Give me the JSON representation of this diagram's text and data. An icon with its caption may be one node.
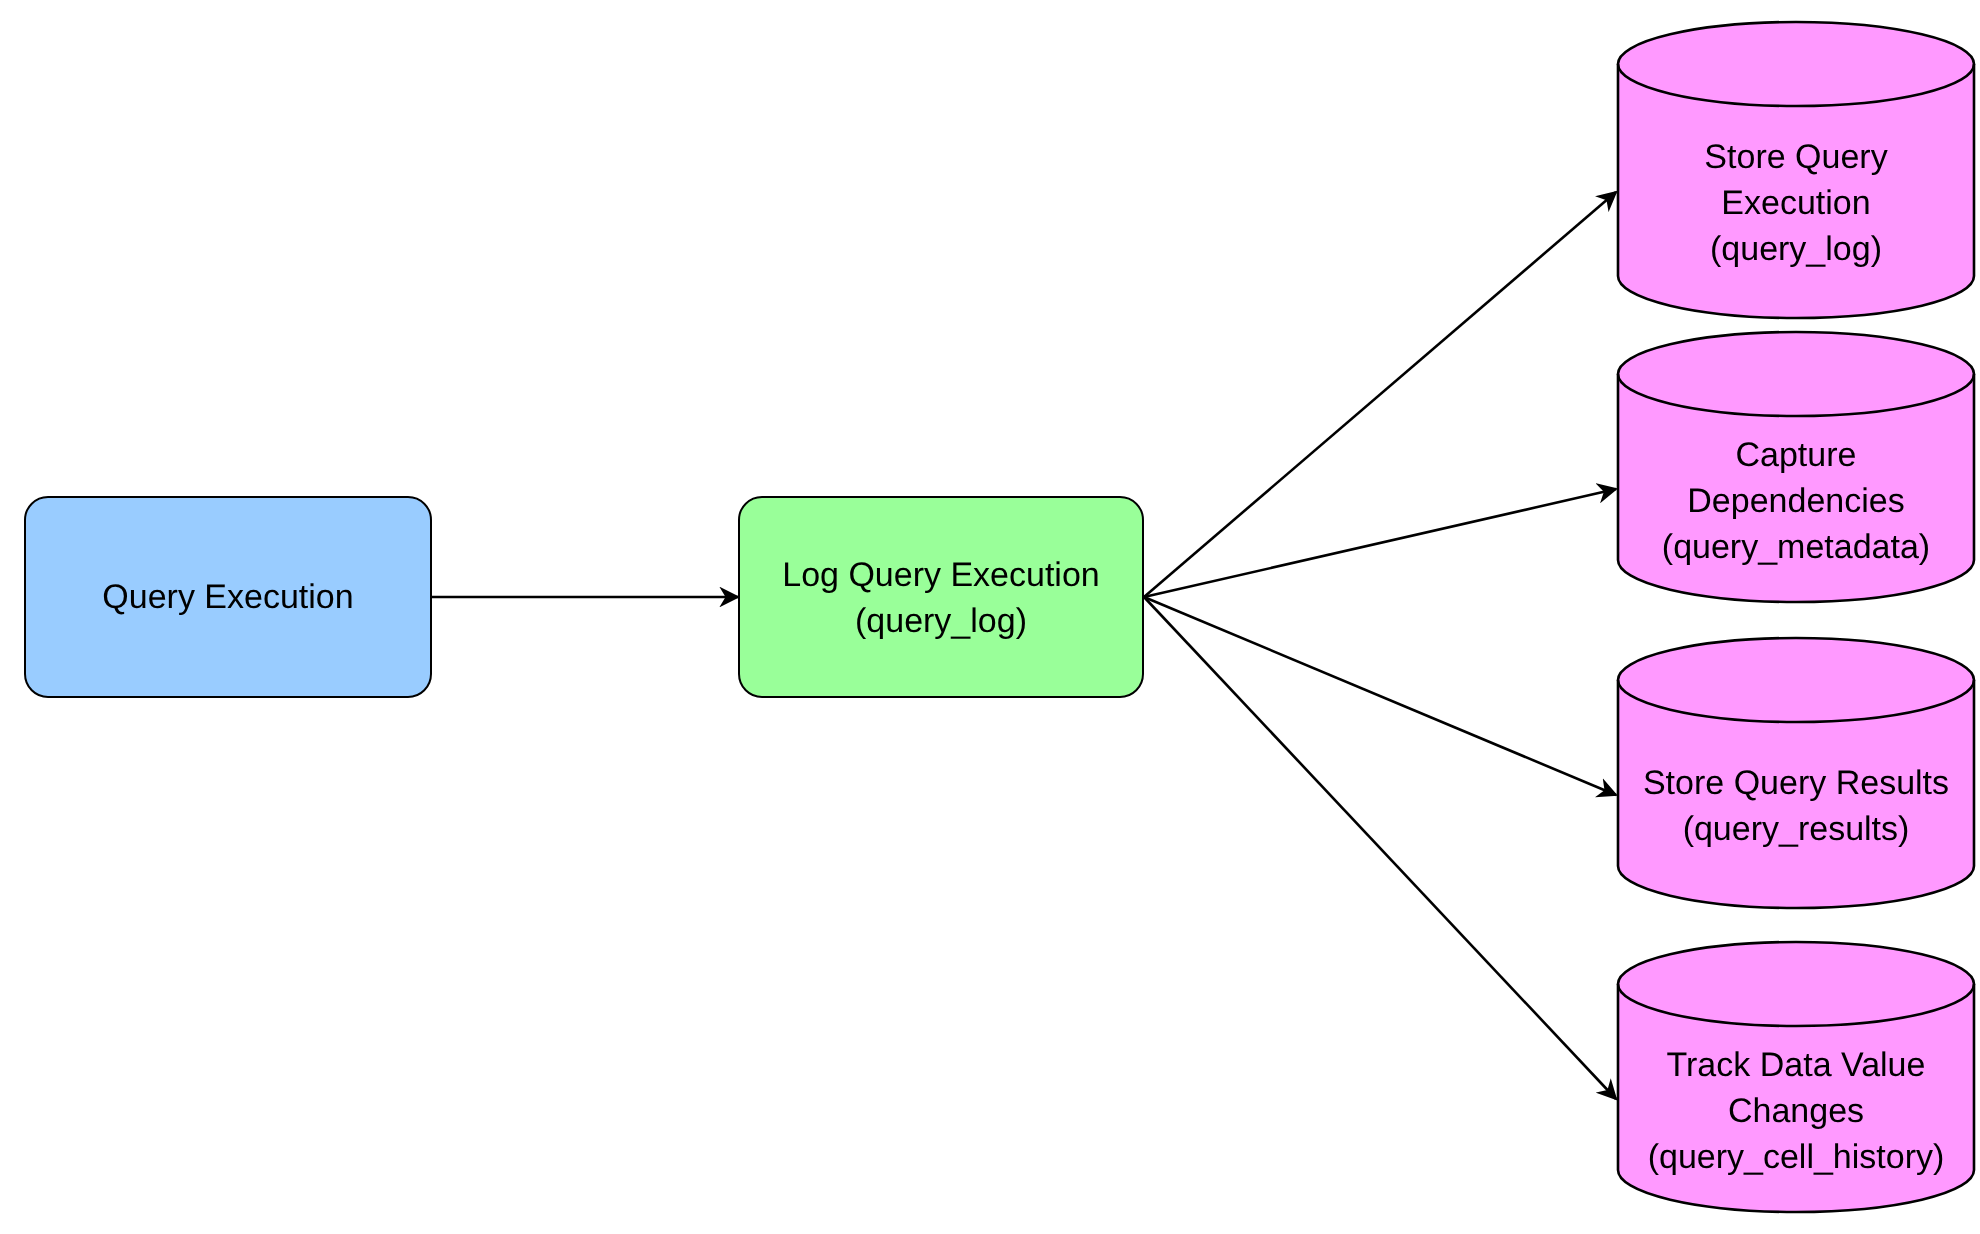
{
  "diagram": {
    "nodes": [
      {
        "text": [
          "Query Execution"
        ]
      },
      {
        "text": [
          "Log Query Execution (query_log)"
        ]
      },
      {
        "text": [
          "Store Query Execution (query_log)"
        ]
      },
      {
        "text": [
          "Capture Dependencies (query_metadata)"
        ]
      },
      {
        "text": [
          "Store Query Results (query_results)"
        ]
      },
      {
        "text": [
          "Track Data Value Changes (query_cell_history)"
        ]
      }
    ],
    "edges": [
      {
        "from": 0,
        "to": 1,
        "arrow": "to"
      },
      {
        "from": 1,
        "to": 2,
        "arrow": "to"
      },
      {
        "from": 1,
        "to": 3,
        "arrow": "to"
      },
      {
        "from": 1,
        "to": 4,
        "arrow": "to"
      },
      {
        "from": 1,
        "to": 5,
        "arrow": "to"
      }
    ]
  }
}
